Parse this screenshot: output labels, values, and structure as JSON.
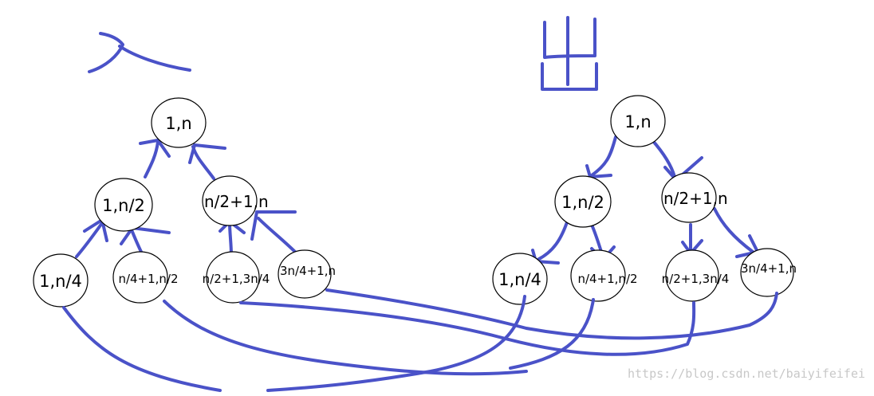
{
  "trees": {
    "in": {
      "title": "入",
      "nodes": {
        "root": "1,n",
        "left": "1,n/2",
        "right": "n/2+1,n",
        "ll": "1,n/4",
        "lr": "n/4+1,n/2",
        "rl": "n/2+1,3n/4",
        "rr": "3n/4+1,n"
      }
    },
    "out": {
      "title": "出",
      "nodes": {
        "root": "1,n",
        "left": "1,n/2",
        "right": "n/2+1,n",
        "ll": "1,n/4",
        "lr": "n/4+1,n/2",
        "rl": "n/2+1,3n/4",
        "rr": "3n/4+1,n"
      }
    }
  },
  "watermark": "https://blog.csdn.net/baiyifeifei",
  "colors": {
    "ink": "#4a52c8",
    "outline": "#000000",
    "watermark": "#c8c8c8"
  }
}
